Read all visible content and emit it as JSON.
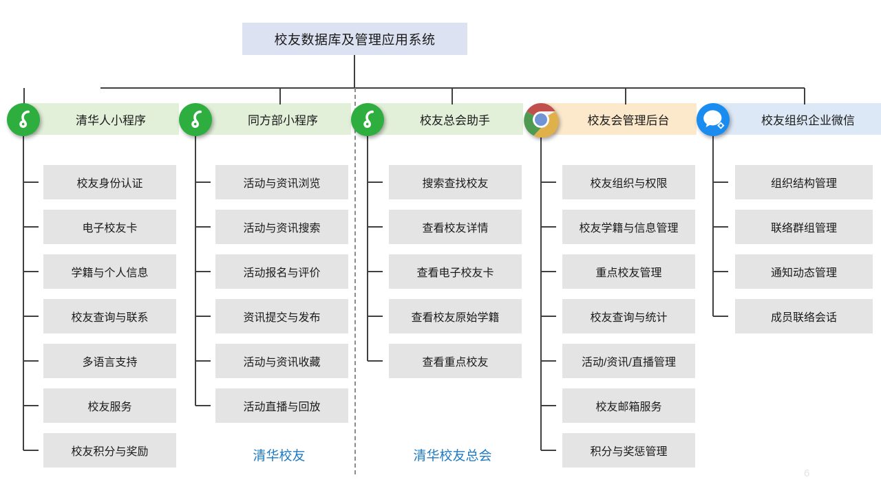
{
  "root": {
    "title": "校友数据库及管理应用系统"
  },
  "page": {
    "number": "6"
  },
  "colors": {
    "root_fill": "#DCE2F1",
    "header_green": "#E2EFD9",
    "header_tan": "#FCE9CB",
    "header_blue": "#DCE8F5",
    "item_fill": "#E4E4E4",
    "line": "#3F3F3F",
    "caption": "#1F7BC4",
    "miniprogram_green": "#28A745",
    "wecom_blue": "#1A8CF0"
  },
  "columns": [
    {
      "id": "qinghuaren",
      "title": "清华人小程序",
      "icon": "wechat-miniprogram-icon",
      "header_style": "green",
      "items": [
        "校友身份认证",
        "电子校友卡",
        "学籍与个人信息",
        "校友查询与联系",
        "多语言支持",
        "校友服务",
        "校友积分与奖励"
      ],
      "caption": ""
    },
    {
      "id": "tongfangbu",
      "title": "同方部小程序",
      "icon": "wechat-miniprogram-icon",
      "header_style": "green",
      "items": [
        "活动与资讯浏览",
        "活动与资讯搜索",
        "活动报名与评价",
        "资讯提交与发布",
        "活动与资讯收藏",
        "活动直播与回放"
      ],
      "caption": "清华校友"
    },
    {
      "id": "xiaoyouzonghui-zhushou",
      "title": "校友总会助手",
      "icon": "wechat-miniprogram-icon",
      "header_style": "green",
      "items": [
        "搜索查找校友",
        "查看校友详情",
        "查看电子校友卡",
        "查看校友原始学籍",
        "查看重点校友"
      ],
      "caption": "清华校友总会"
    },
    {
      "id": "xiaoyouhui-houtai",
      "title": "校友会管理后台",
      "icon": "chrome-browser-icon",
      "header_style": "tan",
      "items": [
        "校友组织与权限",
        "校友学籍与信息管理",
        "重点校友管理",
        "校友查询与统计",
        "活动/资讯/直播管理",
        "校友邮箱服务",
        "积分与奖惩管理"
      ],
      "caption": ""
    },
    {
      "id": "xiaoyouzuzhi-qiyeweixin",
      "title": "校友组织企业微信",
      "icon": "wechat-work-icon",
      "header_style": "blue",
      "items": [
        "组织结构管理",
        "联络群组管理",
        "通知动态管理",
        "成员联络会话"
      ],
      "caption": ""
    }
  ]
}
